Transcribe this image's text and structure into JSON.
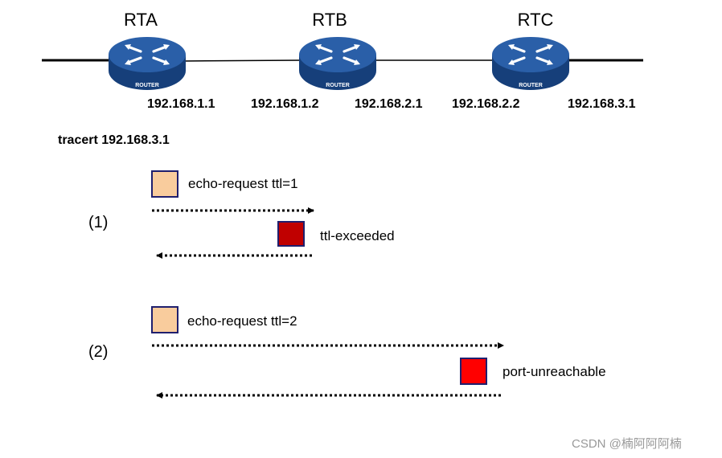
{
  "colors": {
    "router_top": "#2a5fa8",
    "router_side": "#163f7a",
    "request_box": "#f9cc9d",
    "ttl_exceeded_box": "#c00000",
    "port_unreachable_box": "#ff0000",
    "box_border": "#1f1f6e",
    "line": "#000000"
  },
  "routers": [
    {
      "name": "RTA",
      "label": "ROUTER"
    },
    {
      "name": "RTB",
      "label": "ROUTER"
    },
    {
      "name": "RTC",
      "label": "ROUTER"
    }
  ],
  "interfaces": [
    "192.168.1.1",
    "192.168.1.2",
    "192.168.2.1",
    "192.168.2.2",
    "192.168.3.1"
  ],
  "command": "tracert 192.168.3.1",
  "steps": [
    {
      "number": "(1)",
      "request": "echo-request ttl=1",
      "reply": "ttl-exceeded"
    },
    {
      "number": "(2)",
      "request": "echo-request ttl=2",
      "reply": "port-unreachable"
    }
  ],
  "watermark": "CSDN @楠阿阿阿楠"
}
